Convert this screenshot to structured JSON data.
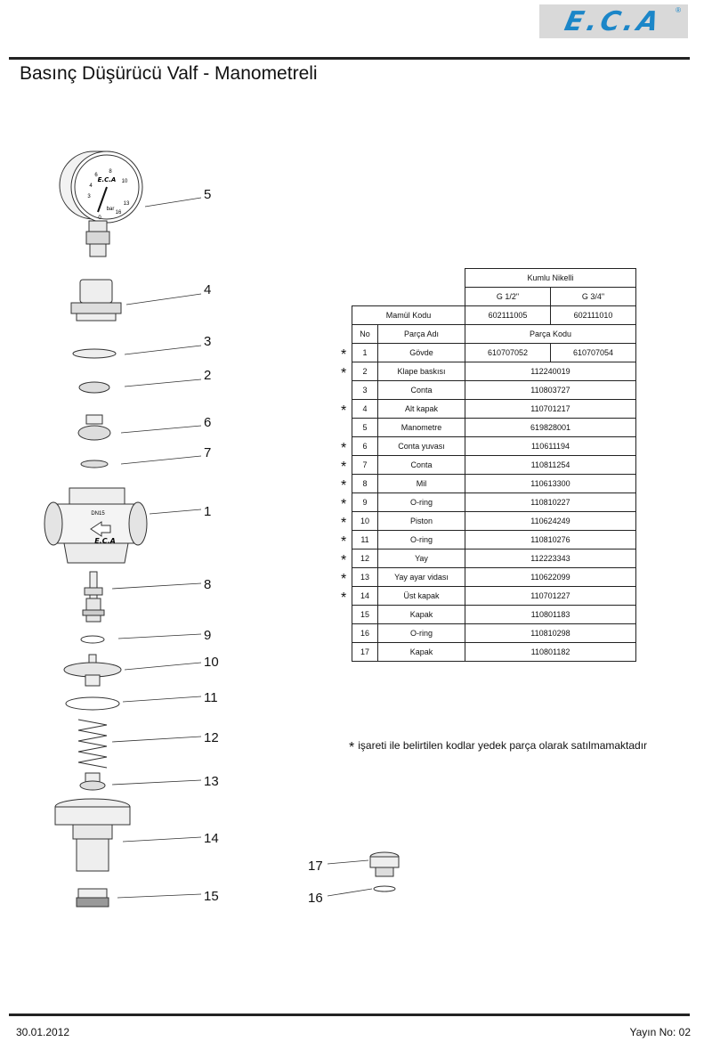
{
  "header": {
    "logo_text": "E.C.A",
    "logo_mark": "®",
    "title": "Basınç Düşürücü Valf - Manometreli"
  },
  "footer": {
    "date": "30.01.2012",
    "issue": "Yayın No: 02"
  },
  "drawing": {
    "gauge_scale": [
      "0",
      "3",
      "4",
      "6",
      "8",
      "10",
      "13",
      "16"
    ],
    "gauge_unit": "bar",
    "gauge_brand": "E.C.A",
    "body_mark": "DN15",
    "callouts": [
      "5",
      "4",
      "3",
      "2",
      "6",
      "7",
      "1",
      "8",
      "9",
      "10",
      "11",
      "12",
      "13",
      "14",
      "15",
      "17",
      "16"
    ]
  },
  "table": {
    "finish": "Kumlu Nikelli",
    "size_a": "G 1/2\"",
    "size_b": "G 3/4\"",
    "product_code_label": "Mamül Kodu",
    "product_code_a": "602111005",
    "product_code_b": "602111010",
    "no_label": "No",
    "part_name_label": "Parça Adı",
    "part_code_label": "Parça Kodu",
    "rows": [
      {
        "no": "1",
        "name": "Gövde",
        "code_a": "610707052",
        "code_b": "610707054",
        "star": true
      },
      {
        "no": "2",
        "name": "Klape baskısı",
        "code": "112240019",
        "star": true
      },
      {
        "no": "3",
        "name": "Conta",
        "code": "110803727",
        "star": false
      },
      {
        "no": "4",
        "name": "Alt kapak",
        "code": "110701217",
        "star": true
      },
      {
        "no": "5",
        "name": "Manometre",
        "code": "619828001",
        "star": false
      },
      {
        "no": "6",
        "name": "Conta yuvası",
        "code": "110611194",
        "star": true
      },
      {
        "no": "7",
        "name": "Conta",
        "code": "110811254",
        "star": true
      },
      {
        "no": "8",
        "name": "Mil",
        "code": "110613300",
        "star": true
      },
      {
        "no": "9",
        "name": "O-ring",
        "code": "110810227",
        "star": true
      },
      {
        "no": "10",
        "name": "Piston",
        "code": "110624249",
        "star": true
      },
      {
        "no": "11",
        "name": "O-ring",
        "code": "110810276",
        "star": true
      },
      {
        "no": "12",
        "name": "Yay",
        "code": "112223343",
        "star": true
      },
      {
        "no": "13",
        "name": "Yay ayar vidası",
        "code": "110622099",
        "star": true
      },
      {
        "no": "14",
        "name": "Üst kapak",
        "code": "110701227",
        "star": true
      },
      {
        "no": "15",
        "name": "Kapak",
        "code": "110801183",
        "star": false
      },
      {
        "no": "16",
        "name": "O-ring",
        "code": "110810298",
        "star": false
      },
      {
        "no": "17",
        "name": "Kapak",
        "code": "110801182",
        "star": false
      }
    ]
  },
  "note": {
    "star": "*",
    "text": "işareti ile belirtilen kodlar yedek parça olarak satılmamaktadır"
  }
}
